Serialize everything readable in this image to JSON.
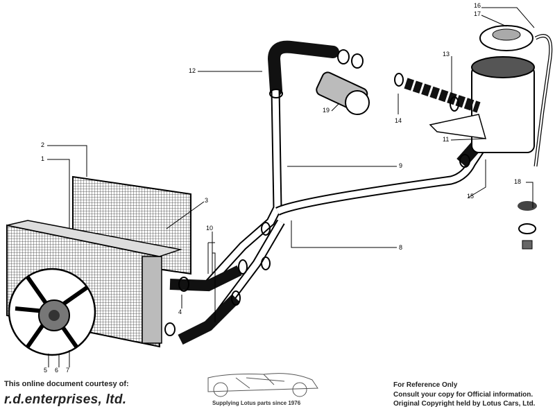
{
  "callouts": [
    {
      "id": "16",
      "text": "16"
    },
    {
      "id": "17",
      "text": "17"
    },
    {
      "id": "13",
      "text": "13"
    },
    {
      "id": "12",
      "text": "12"
    },
    {
      "id": "19",
      "text": "19"
    },
    {
      "id": "14",
      "text": "14"
    },
    {
      "id": "11",
      "text": "11"
    },
    {
      "id": "9",
      "text": "9"
    },
    {
      "id": "2",
      "text": "2"
    },
    {
      "id": "1",
      "text": "1"
    },
    {
      "id": "3",
      "text": "3"
    },
    {
      "id": "10",
      "text": "10"
    },
    {
      "id": "15",
      "text": "15"
    },
    {
      "id": "18",
      "text": "18"
    },
    {
      "id": "8",
      "text": "8"
    },
    {
      "id": "4",
      "text": "4"
    },
    {
      "id": "5",
      "text": "5"
    },
    {
      "id": "6",
      "text": "6"
    },
    {
      "id": "7",
      "text": "7"
    }
  ],
  "footer": {
    "courtesy": "This online document courtesy of:",
    "brand": "r.d.enterprises, ltd.",
    "slogan": "Supplying Lotus parts since 1976",
    "reference": "For Reference Only",
    "consult": "Consult your copy for Official information.",
    "copyright": "Original Copyright held by Lotus Cars, Ltd."
  }
}
